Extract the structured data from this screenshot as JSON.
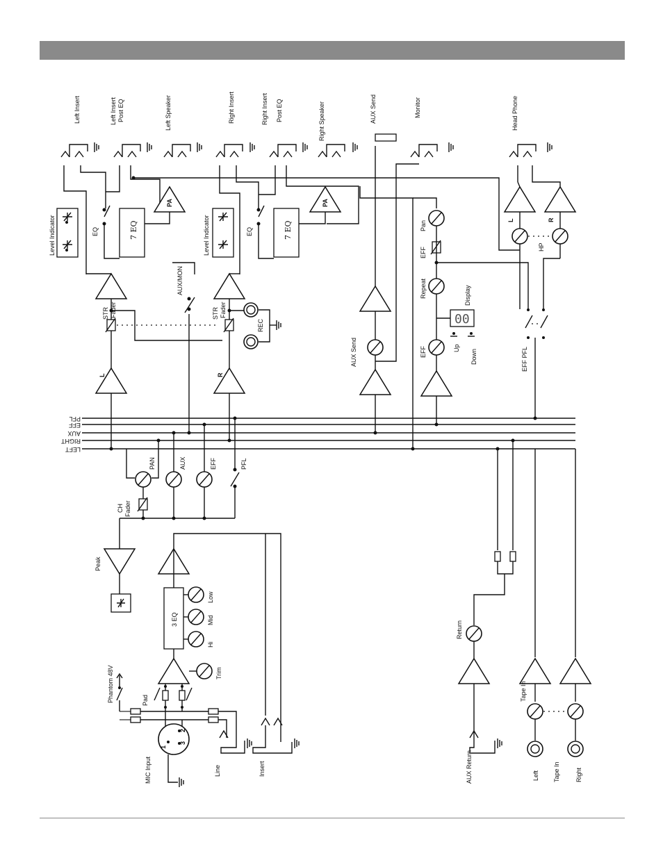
{
  "diagram": {
    "top_outputs": {
      "left_insert": "Left Insert",
      "left_insert_post_eq_1": "Left Insert",
      "left_insert_post_eq_2": "Post EQ",
      "left_speaker": "Left Speaker",
      "right_insert": "Right Insert",
      "right_insert_post_eq_1": "Right Insert",
      "right_insert_post_eq_2": "Post EQ",
      "right_speaker": "Right Speaker",
      "aux_send": "AUX Send",
      "monitor": "Monitor",
      "head_phone": "Head Phone"
    },
    "master": {
      "level_indicator_left": "Level Indicator",
      "level_indicator_right": "Level Indicator",
      "eq_switch_left": "EQ",
      "eq_switch_right": "EQ",
      "graphic_eq_left": "7 EQ",
      "graphic_eq_right": "7 EQ",
      "pa_left": "PA",
      "pa_right": "PA",
      "aux_mon": "AUX/MON",
      "str_fader_left_1": "STR",
      "str_fader_left_2": "Fader",
      "str_fader_right_1": "STR",
      "str_fader_right_2": "Fader",
      "rec": "REC",
      "amp_left": "L",
      "amp_right": "R",
      "aux_send_knob": "AUX Send"
    },
    "effects": {
      "pan": "Pan",
      "eff_top": "EFF",
      "repeat": "Repeat",
      "display": "Display",
      "display_value": "00",
      "eff_bottom": "EFF",
      "up": "Up",
      "down": "Down"
    },
    "headphone": {
      "l": "L",
      "r": "R",
      "hp": "HP",
      "eff_pfl": "EFF PFL"
    },
    "bus": {
      "pfl": "PFL",
      "eff": "EFF",
      "aux": "AUX",
      "right": "RIGHT",
      "left": "LEFT"
    },
    "channel": {
      "pan": "PAN",
      "aux": "AUX",
      "eff": "EFF",
      "pfl": "PFL",
      "ch_fader_1": "CH",
      "ch_fader_2": "Fader",
      "peak": "Peak",
      "eq3": "3 EQ",
      "low": "Low",
      "mid": "Mid",
      "hi": "Hi",
      "trim": "Trim",
      "phantom": "Phantom 48V",
      "pad": "Pad",
      "mic_input": "MIC Input",
      "pin1": "1",
      "pin2": "2",
      "pin3": "3",
      "line": "Line",
      "insert": "Insert"
    },
    "returns": {
      "return_knob": "Return",
      "aux_return": "AUX Return",
      "tape_in_knob": "Tape In",
      "tape_in_jacks": "Tape In",
      "left": "Left",
      "right": "Right"
    }
  }
}
